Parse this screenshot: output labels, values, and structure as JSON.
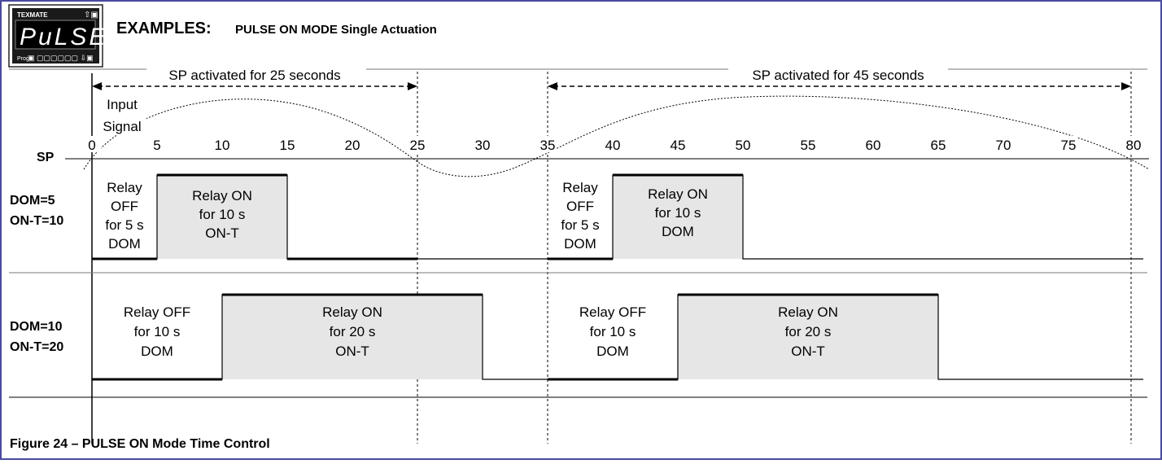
{
  "logo": {
    "brand": "TEXMATE",
    "display_text": "PuLSE",
    "footer_text": "Prog"
  },
  "header": {
    "title_main": "EXAMPLES:",
    "title_sub": "PULSE ON MODE Single Actuation"
  },
  "span_labels": {
    "first": "SP activated for 25 seconds",
    "second": "SP activated for 45 seconds"
  },
  "input_signal": {
    "line1": "Input",
    "line2": "Signal"
  },
  "time_axis": {
    "ticks": [
      "0",
      "5",
      "10",
      "15",
      "20",
      "25",
      "30",
      "35",
      "40",
      "45",
      "50",
      "55",
      "60",
      "65",
      "70",
      "75",
      "80"
    ],
    "sp_label": "SP"
  },
  "rows": [
    {
      "label1": "DOM=5",
      "label2": "ON-T=10",
      "segments": [
        {
          "lines": [
            "Relay",
            "OFF",
            "for 5 s",
            "DOM"
          ]
        },
        {
          "lines": [
            "Relay ON",
            "for 10 s",
            "ON-T"
          ]
        },
        {
          "lines": [
            "Relay",
            "OFF",
            "for 5 s",
            "DOM"
          ]
        },
        {
          "lines": [
            "Relay ON",
            "for 10 s",
            "DOM"
          ]
        }
      ]
    },
    {
      "label1": "DOM=10",
      "label2": "ON-T=20",
      "segments": [
        {
          "lines": [
            "Relay OFF",
            "for 10 s",
            "DOM"
          ]
        },
        {
          "lines": [
            "Relay ON",
            "for 20 s",
            "ON-T"
          ]
        },
        {
          "lines": [
            "Relay OFF",
            "for 10 s",
            "DOM"
          ]
        },
        {
          "lines": [
            "Relay ON",
            "for 20 s",
            "ON-T"
          ]
        }
      ]
    }
  ],
  "caption": "Figure 24  – PULSE ON Mode Time Control",
  "colors": {
    "frame": "#4a4aa0",
    "relay_fill": "#e6e6e6",
    "line": "#000000"
  }
}
